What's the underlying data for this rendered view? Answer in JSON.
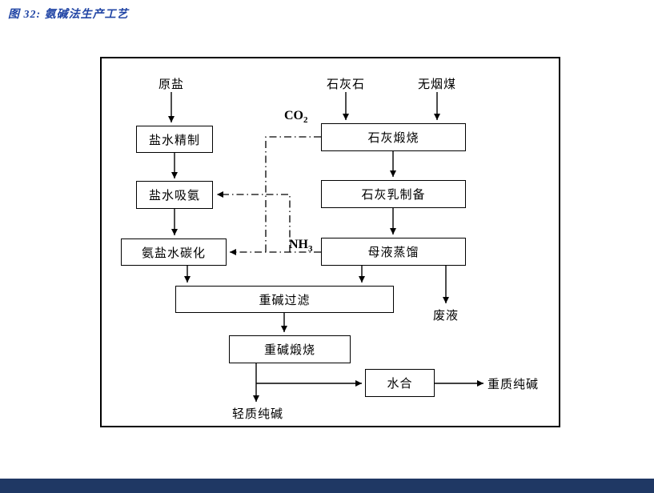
{
  "figure": {
    "title": "图 32:  氨碱法生产工艺",
    "colors": {
      "title_blue": "#2145a5",
      "footer_bar": "#1f3864",
      "line": "#000000"
    }
  },
  "flowchart": {
    "sources": {
      "raw_salt": "原盐",
      "limestone": "石灰石",
      "anthracite": "无烟煤"
    },
    "steps": {
      "brine_refining": "盐水精制",
      "lime_calcination": "石灰煅烧",
      "brine_ammoniation": "盐水吸氨",
      "lime_milk_preparation": "石灰乳制备",
      "ammoniated_brine_carbonation": "氨盐水碳化",
      "mother_liquor_distillation": "母液蒸馏",
      "heavy_alkali_filtration": "重碱过滤",
      "heavy_alkali_calcination": "重碱煅烧",
      "hydration": "水合"
    },
    "streams": {
      "co2_base": "CO",
      "co2_subscript": "2",
      "nh3_base": "NH",
      "nh3_subscript": "3",
      "waste_liquid": "废液",
      "light_soda_ash": "轻质纯碱",
      "heavy_soda_ash": "重质纯碱"
    }
  }
}
